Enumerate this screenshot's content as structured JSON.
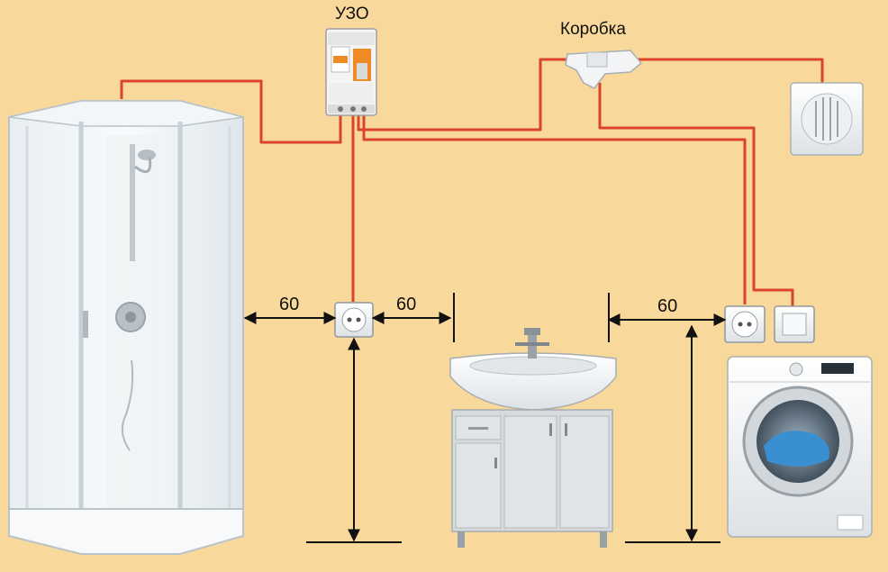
{
  "labels": {
    "rcd": "УЗО",
    "junction_box": "Коробка"
  },
  "dimensions": {
    "shower_to_socket": "60",
    "socket_to_sink": "60",
    "sink_to_socket": "60"
  },
  "colors": {
    "background": "#f9d99b",
    "wire": "#d9442a",
    "rcd_accent": "#f08a24"
  },
  "icons": {
    "shower": "shower-cabin-icon",
    "rcd": "rcd-breaker-icon",
    "junction_box": "junction-box-icon",
    "fan": "exhaust-fan-icon",
    "socket": "power-socket-icon",
    "switch": "light-switch-icon",
    "sink": "sink-vanity-icon",
    "washer": "washing-machine-icon"
  }
}
